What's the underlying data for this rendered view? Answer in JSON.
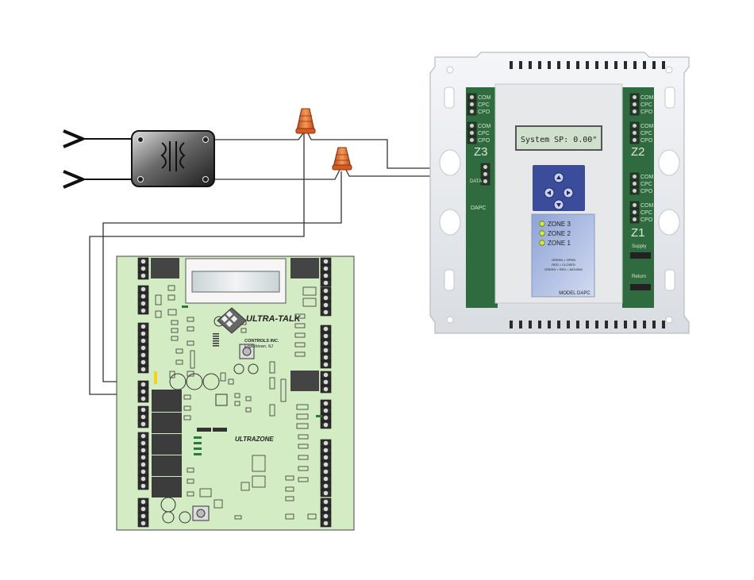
{
  "colors": {
    "board_green": "#d4ecc4",
    "wire": "#333333",
    "wire_nut": "#e8722e",
    "housing": "#eceff2",
    "lcd": "#cfe0cc",
    "keypad": "#3b4c9a",
    "zone_panel": "#a8b8de",
    "led": "#cfe84a"
  },
  "ultrazone_board": {
    "brand": "ULTRA-TALK",
    "maker": "CONTROLS INC.",
    "location": "Englishtown, NJ",
    "model": "ULTRAZONE"
  },
  "dapc": {
    "display_text": "System SP: 0.00\"",
    "zone_labels": [
      "ZONE 3",
      "ZONE 2",
      "ZONE 1"
    ],
    "legend_lines": [
      "GREEN = OPEN",
      "RED = CLOSED",
      "GREEN + RED = MOVING"
    ],
    "model": "MODEL DAPC",
    "board_label": "DAPC",
    "left_zone": "Z3",
    "right_zone_top": "Z2",
    "right_zone_bottom": "Z1",
    "terminal_labels": [
      "COM",
      "CPC",
      "CPO"
    ],
    "right_labels": [
      "Supply",
      "Return"
    ],
    "data_label": "DATA"
  }
}
